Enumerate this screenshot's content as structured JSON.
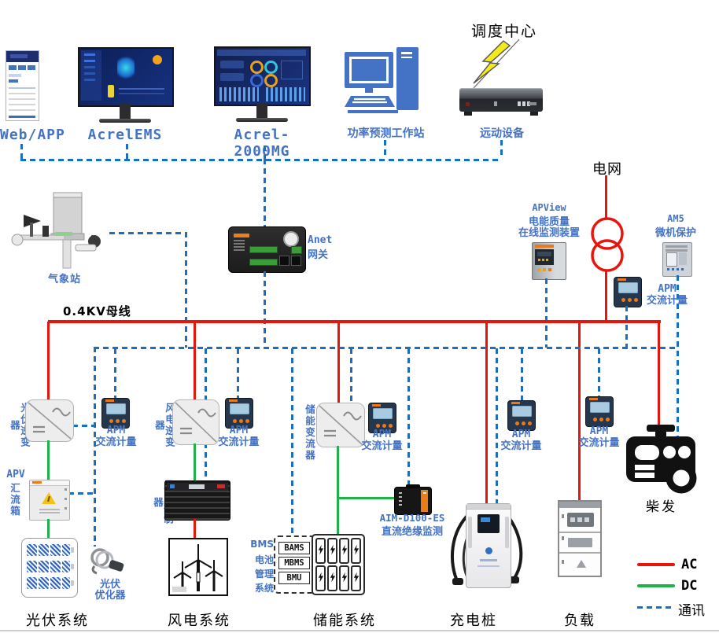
{
  "colors": {
    "ac": "#e8150d",
    "dc": "#21b14b",
    "comm": "#1b6fc0",
    "label_blue": "#4472c4",
    "text": "#151515"
  },
  "top": {
    "web_app": {
      "label": "Web/APP"
    },
    "acrel_ems": {
      "label": "AcrelEMS"
    },
    "acrel_2000mg": {
      "label": "Acrel-2000MG"
    },
    "workstation": {
      "label": "功率预测工作站"
    },
    "dispatch": {
      "label": "调度中心"
    },
    "remote": {
      "label": "远动设备"
    }
  },
  "grid": {
    "label": "电网",
    "apview": {
      "line1": "APView",
      "line2": "电能质量",
      "line3": "在线监测装置"
    },
    "am5": {
      "line1": "AM5",
      "line2": "微机保护"
    },
    "apm": {
      "line1": "APM",
      "line2": "交流计量"
    }
  },
  "mid": {
    "weather": {
      "label": "气象站"
    },
    "gateway": {
      "line1": "Anet",
      "line2": "网关"
    },
    "busbar": {
      "label": "0.4KV母线"
    }
  },
  "pv": {
    "inverter": "光伏逆变器",
    "apm": {
      "line1": "APM",
      "line2": "交流计量"
    },
    "combiner_prefix": "APV",
    "combiner": "汇流箱",
    "optimizer": {
      "line1": "光伏",
      "line2": "优化器"
    },
    "section": "光伏系统"
  },
  "wind": {
    "inverter": "风电逆变器",
    "apm": {
      "line1": "APM",
      "line2": "交流计量"
    },
    "controller": "风电控制器",
    "section": "风电系统"
  },
  "storage": {
    "pcs": "储能变流器",
    "apm": {
      "line1": "APM",
      "line2": "交流计量"
    },
    "bms": {
      "l1": "BMS",
      "l2": "电池",
      "l3": "管理",
      "l4": "系统"
    },
    "units": [
      "BAMS",
      "MBMS",
      "BMU"
    ],
    "aim": {
      "line1": "AIM-D100-ES",
      "line2": "直流绝缘监测"
    },
    "section": "储能系统"
  },
  "charging": {
    "apm": {
      "line1": "APM",
      "line2": "交流计量"
    },
    "section": "充电桩"
  },
  "load": {
    "apm": {
      "line1": "APM",
      "line2": "交流计量"
    },
    "section": "负载"
  },
  "diesel": {
    "label": "柴发"
  },
  "legend": {
    "ac": "AC",
    "dc": "DC",
    "comm": "通讯"
  }
}
